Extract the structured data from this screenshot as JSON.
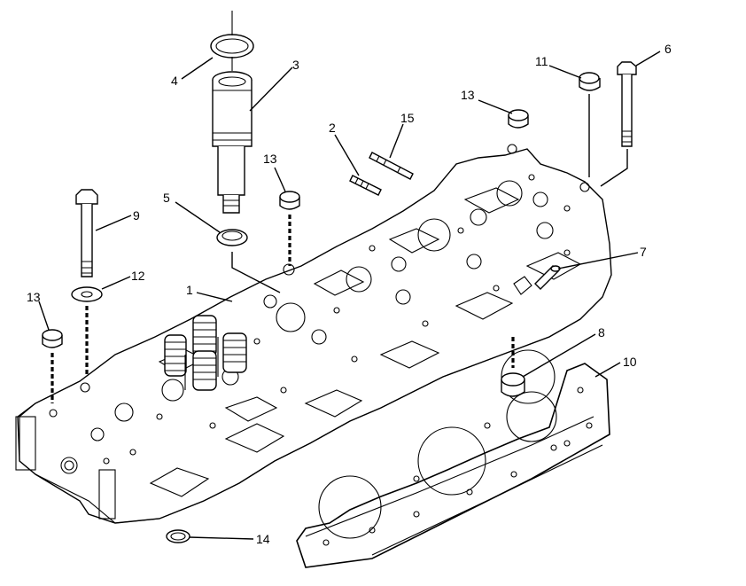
{
  "callouts": [
    {
      "id": "c1",
      "label": "1"
    },
    {
      "id": "c2",
      "label": "2"
    },
    {
      "id": "c3",
      "label": "3"
    },
    {
      "id": "c4",
      "label": "4"
    },
    {
      "id": "c5",
      "label": "5"
    },
    {
      "id": "c6",
      "label": "6"
    },
    {
      "id": "c7",
      "label": "7"
    },
    {
      "id": "c8",
      "label": "8"
    },
    {
      "id": "c9",
      "label": "9"
    },
    {
      "id": "c10",
      "label": "10"
    },
    {
      "id": "c11",
      "label": "11"
    },
    {
      "id": "c12",
      "label": "12"
    },
    {
      "id": "c13a",
      "label": "13"
    },
    {
      "id": "c13b",
      "label": "13"
    },
    {
      "id": "c13c",
      "label": "13"
    },
    {
      "id": "c14",
      "label": "14"
    },
    {
      "id": "c15",
      "label": "15"
    }
  ]
}
